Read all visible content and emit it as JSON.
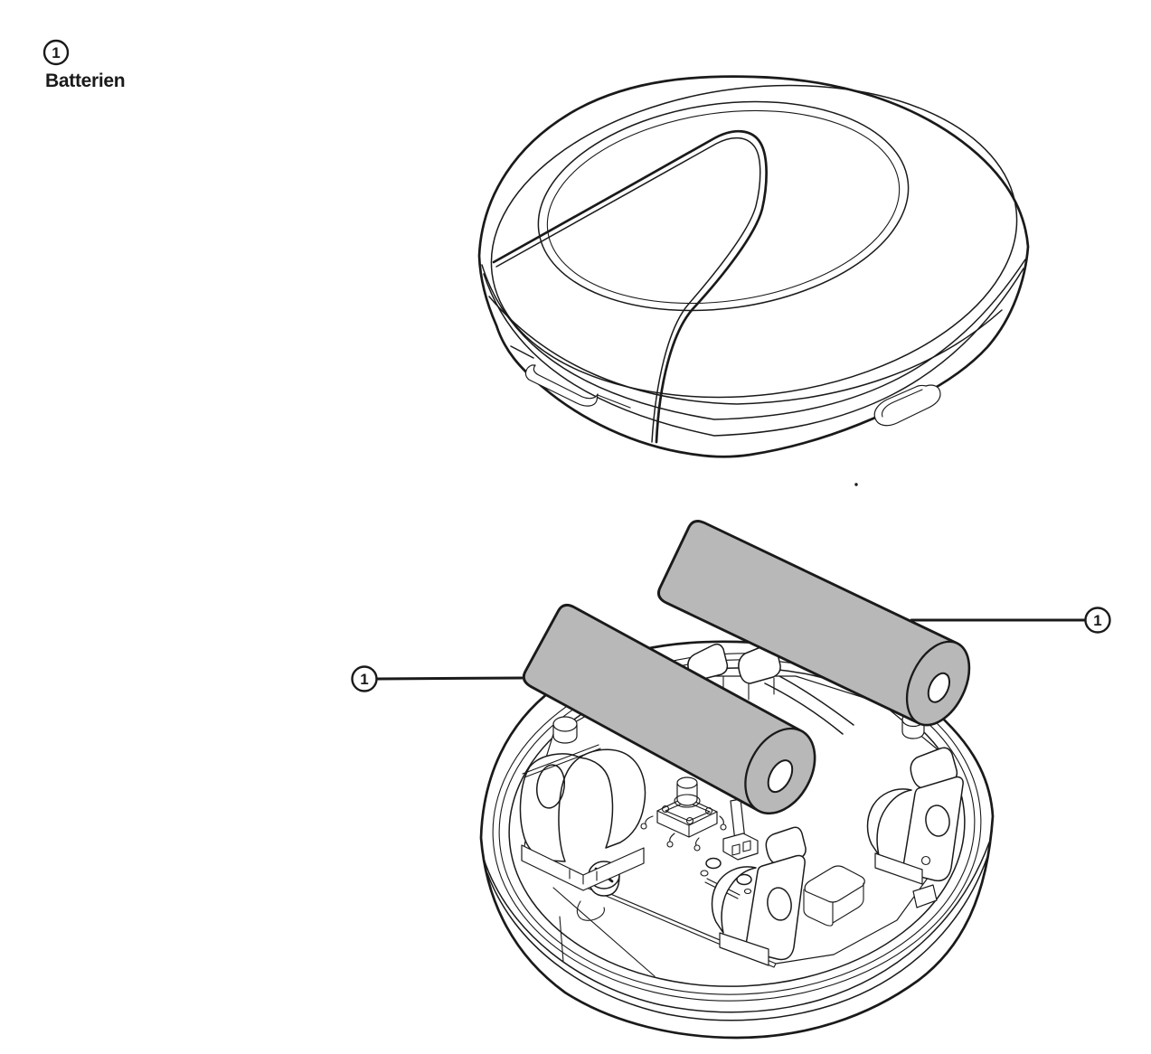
{
  "legend": {
    "number": "1",
    "label": "Batterien"
  },
  "callouts": {
    "left": {
      "number": "1"
    },
    "right": {
      "number": "1"
    }
  },
  "colors": {
    "line": "#1a1a1a",
    "battery": "#b8b8b8",
    "terminal": "#ffffff",
    "paper": "#ffffff"
  }
}
